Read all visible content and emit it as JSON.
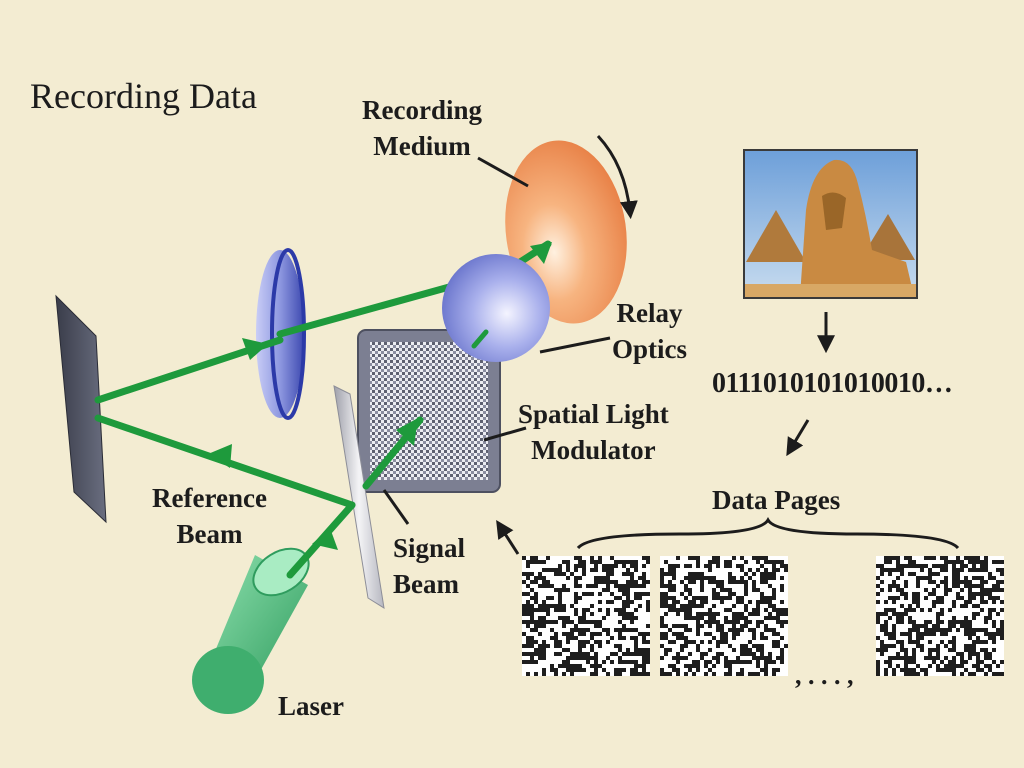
{
  "title": "Recording Data",
  "labels": {
    "recording_medium": [
      "Recording",
      "Medium"
    ],
    "relay_optics": [
      "Relay",
      "Optics"
    ],
    "spatial_light_modulator": [
      "Spatial Light",
      "Modulator"
    ],
    "reference_beam": [
      "Reference",
      "Beam"
    ],
    "signal_beam": [
      "Signal",
      "Beam"
    ],
    "laser": "Laser",
    "data_pages": "Data Pages"
  },
  "binary_string": "0111010101010010…",
  "page_ellipsis": ", . . . ,",
  "colors": {
    "background": "#f3ecd2",
    "beam": "#1e9a3c",
    "recording_medium": "#ef8a4a",
    "relay_lens": "#7b87d6",
    "laser_body": "#5ec88a",
    "mirror": "#4b4e5e"
  }
}
